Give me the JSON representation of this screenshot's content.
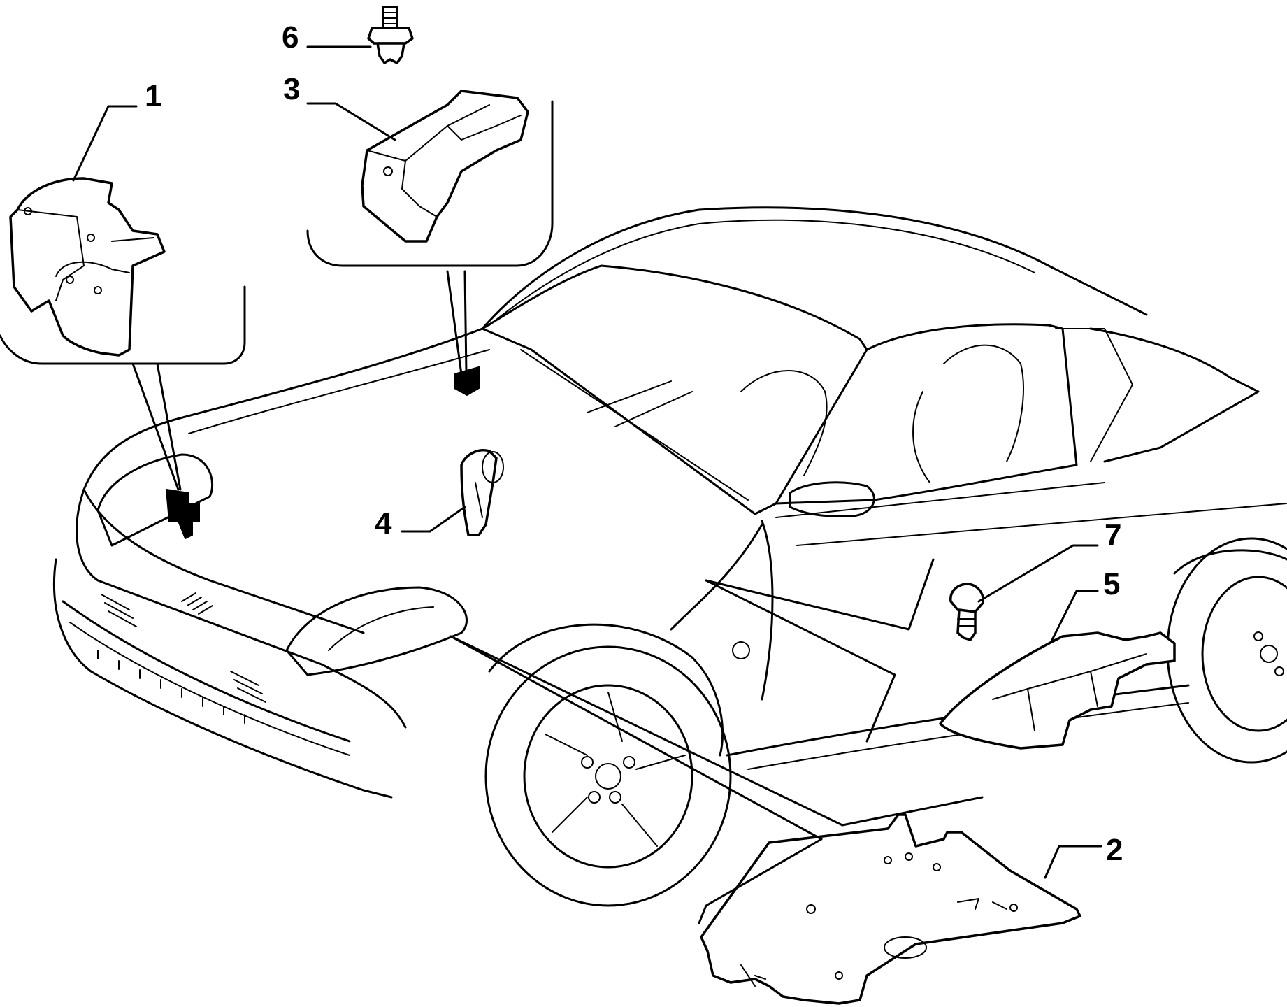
{
  "callouts": [
    {
      "label": "1"
    },
    {
      "label": "2"
    },
    {
      "label": "3"
    },
    {
      "label": "4"
    },
    {
      "label": "5"
    },
    {
      "label": "6"
    },
    {
      "label": "7"
    }
  ],
  "colors": {
    "line": "#000000",
    "background": "#ffffff"
  }
}
